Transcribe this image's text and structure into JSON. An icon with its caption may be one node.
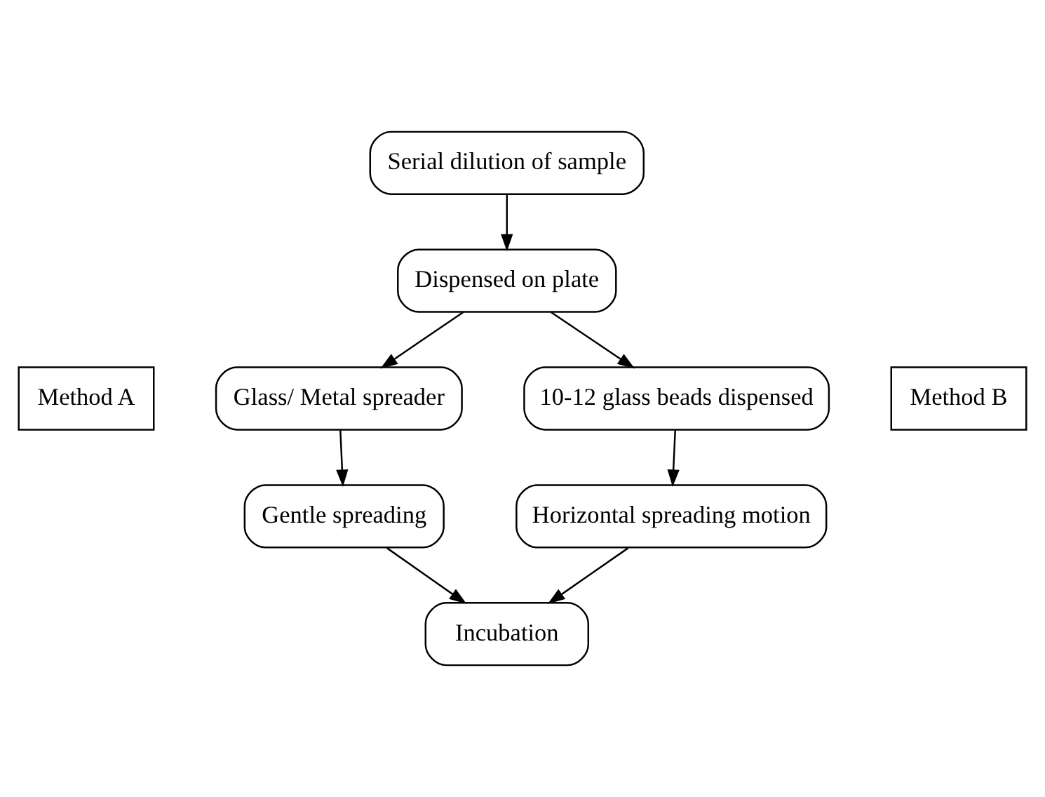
{
  "diagram": {
    "nodes": [
      {
        "text": [
          "Serial dilution of sample"
        ]
      },
      {
        "text": [
          "Dispensed on plate"
        ]
      },
      {
        "text": [
          "Glass/ Metal spreader"
        ]
      },
      {
        "text": [
          "10-12 glass beads dispensed"
        ]
      },
      {
        "text": [
          "Gentle spreading"
        ]
      },
      {
        "text": [
          "Horizontal spreading motion"
        ]
      },
      {
        "text": [
          "Incubation"
        ]
      },
      {
        "text": [
          "Method A"
        ]
      },
      {
        "text": [
          "Method B"
        ]
      }
    ],
    "edges": [
      {
        "from": 0,
        "to": 1,
        "arrow": "to"
      },
      {
        "from": 1,
        "to": 2,
        "arrow": "to"
      },
      {
        "from": 1,
        "to": 3,
        "arrow": "to"
      },
      {
        "from": 2,
        "to": 4,
        "arrow": "to"
      },
      {
        "from": 3,
        "to": 5,
        "arrow": "to"
      },
      {
        "from": 4,
        "to": 6,
        "arrow": "to"
      },
      {
        "from": 5,
        "to": 6,
        "arrow": "to"
      }
    ]
  }
}
